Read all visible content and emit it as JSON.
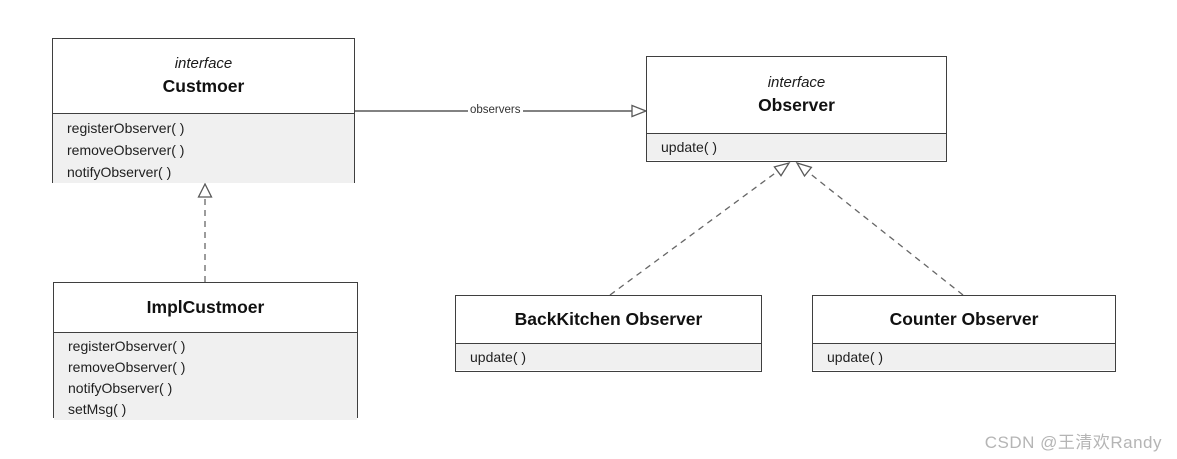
{
  "diagram": {
    "classes": {
      "custmoer": {
        "stereotype": "interface",
        "name": "Custmoer",
        "methods": [
          "registerObserver( )",
          "removeObserver( )",
          "notifyObserver( )"
        ]
      },
      "observer": {
        "stereotype": "interface",
        "name": "Observer",
        "methods": [
          "update( )"
        ]
      },
      "impl_custmoer": {
        "name": "ImplCustmoer",
        "methods": [
          "registerObserver( )",
          "removeObserver( )",
          "notifyObserver( )",
          "setMsg( )"
        ]
      },
      "backkitchen_observer": {
        "name": "BackKitchen Observer",
        "methods": [
          "update( )"
        ]
      },
      "counter_observer": {
        "name": "Counter Observer",
        "methods": [
          "update( )"
        ]
      }
    },
    "edges": {
      "observers_label": "observers"
    },
    "watermark": "CSDN @王清欢Randy",
    "colors": {
      "box_border": "#3f3f3f",
      "methods_fill": "#f0f0f0",
      "line": "#595959",
      "watermark": "#b5b5b5"
    }
  }
}
